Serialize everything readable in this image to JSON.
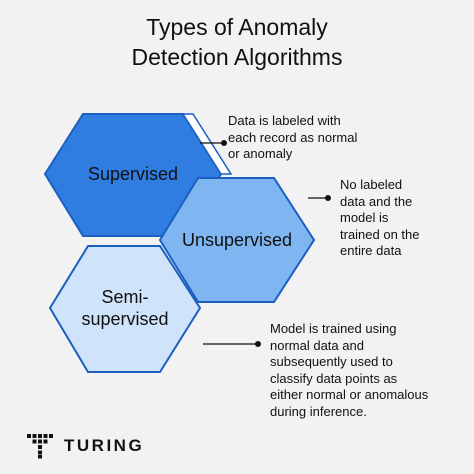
{
  "title": {
    "line1": "Types of Anomaly",
    "line2": "Detection Algorithms"
  },
  "hexagons": [
    {
      "id": "supervised",
      "label_lines": [
        "Supervised"
      ],
      "fill": "#2f7de1"
    },
    {
      "id": "unsupervised",
      "label_lines": [
        "Unsupervised"
      ],
      "fill": "#7fb6f2"
    },
    {
      "id": "semi",
      "label_lines": [
        "Semi-",
        "supervised"
      ],
      "fill": "#cfe4fb"
    }
  ],
  "descriptions": {
    "supervised": [
      "Data is labeled with",
      "each record as normal",
      "or anomaly"
    ],
    "unsupervised": [
      "No labeled",
      "data and the",
      "model is",
      "trained on the",
      "entire data"
    ],
    "semi": [
      "Model is trained using",
      "normal data and",
      "subsequently used to",
      "classify data points as",
      "either normal or anomalous",
      "during inference."
    ]
  },
  "colors": {
    "outline": "#1c5fc0",
    "background": "#f2f2f2"
  },
  "brand": {
    "name": "TURING",
    "logo_icon": "turing-logo-icon"
  }
}
